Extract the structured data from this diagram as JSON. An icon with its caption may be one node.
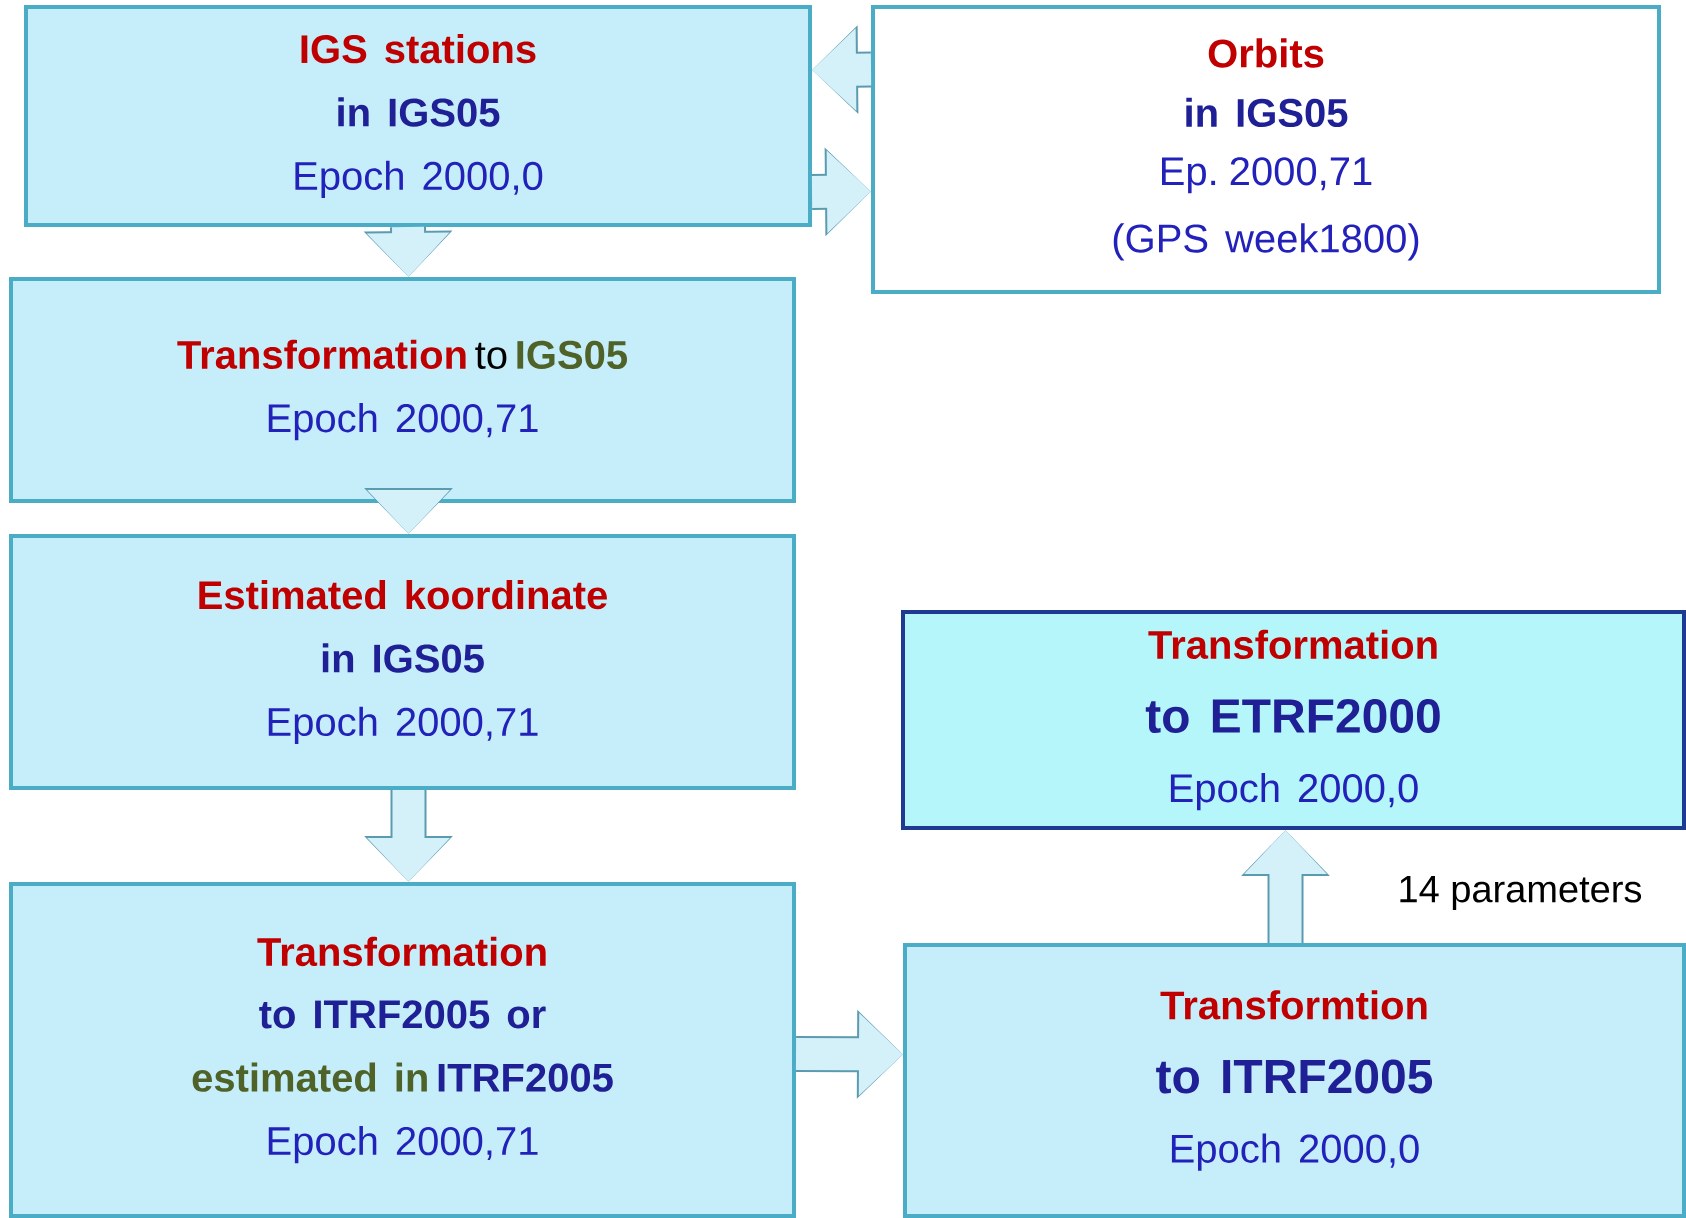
{
  "diagram": {
    "nodes": [
      {
        "text": [
          "IGS stations",
          "in IGS05",
          "Epoch 2000,0"
        ]
      },
      {
        "text": [
          "Orbits",
          "in IGS05",
          "Ep. 2000,71",
          "(GPS week1800)"
        ]
      },
      {
        "text": [
          "Transformation",
          "to",
          "IGS05",
          "Epoch 2000,71"
        ]
      },
      {
        "text": [
          "Estimated koordinate",
          "in IGS05",
          "Epoch 2000,71"
        ]
      },
      {
        "text": [
          "Transformation",
          "to ITRF2005 or",
          "estimated in",
          "ITRF2005",
          "Epoch 2000,71"
        ]
      },
      {
        "text": [
          "Transformation",
          "to ETRF2000",
          "Epoch 2000,0"
        ]
      },
      {
        "text": [
          "Transformtion",
          "to ITRF2005",
          "Epoch 2000,0"
        ]
      }
    ],
    "edges": [
      {
        "from": 1,
        "to": 0,
        "arrow": "to"
      },
      {
        "from": 0,
        "to": 1,
        "arrow": "to"
      },
      {
        "from": 0,
        "to": 2,
        "arrow": "to"
      },
      {
        "from": 2,
        "to": 3,
        "arrow": "to"
      },
      {
        "from": 3,
        "to": 4,
        "arrow": "to"
      },
      {
        "from": 4,
        "to": 6,
        "arrow": "to"
      },
      {
        "from": 6,
        "to": 5,
        "arrow": "to",
        "label": "14 parameters"
      }
    ]
  }
}
